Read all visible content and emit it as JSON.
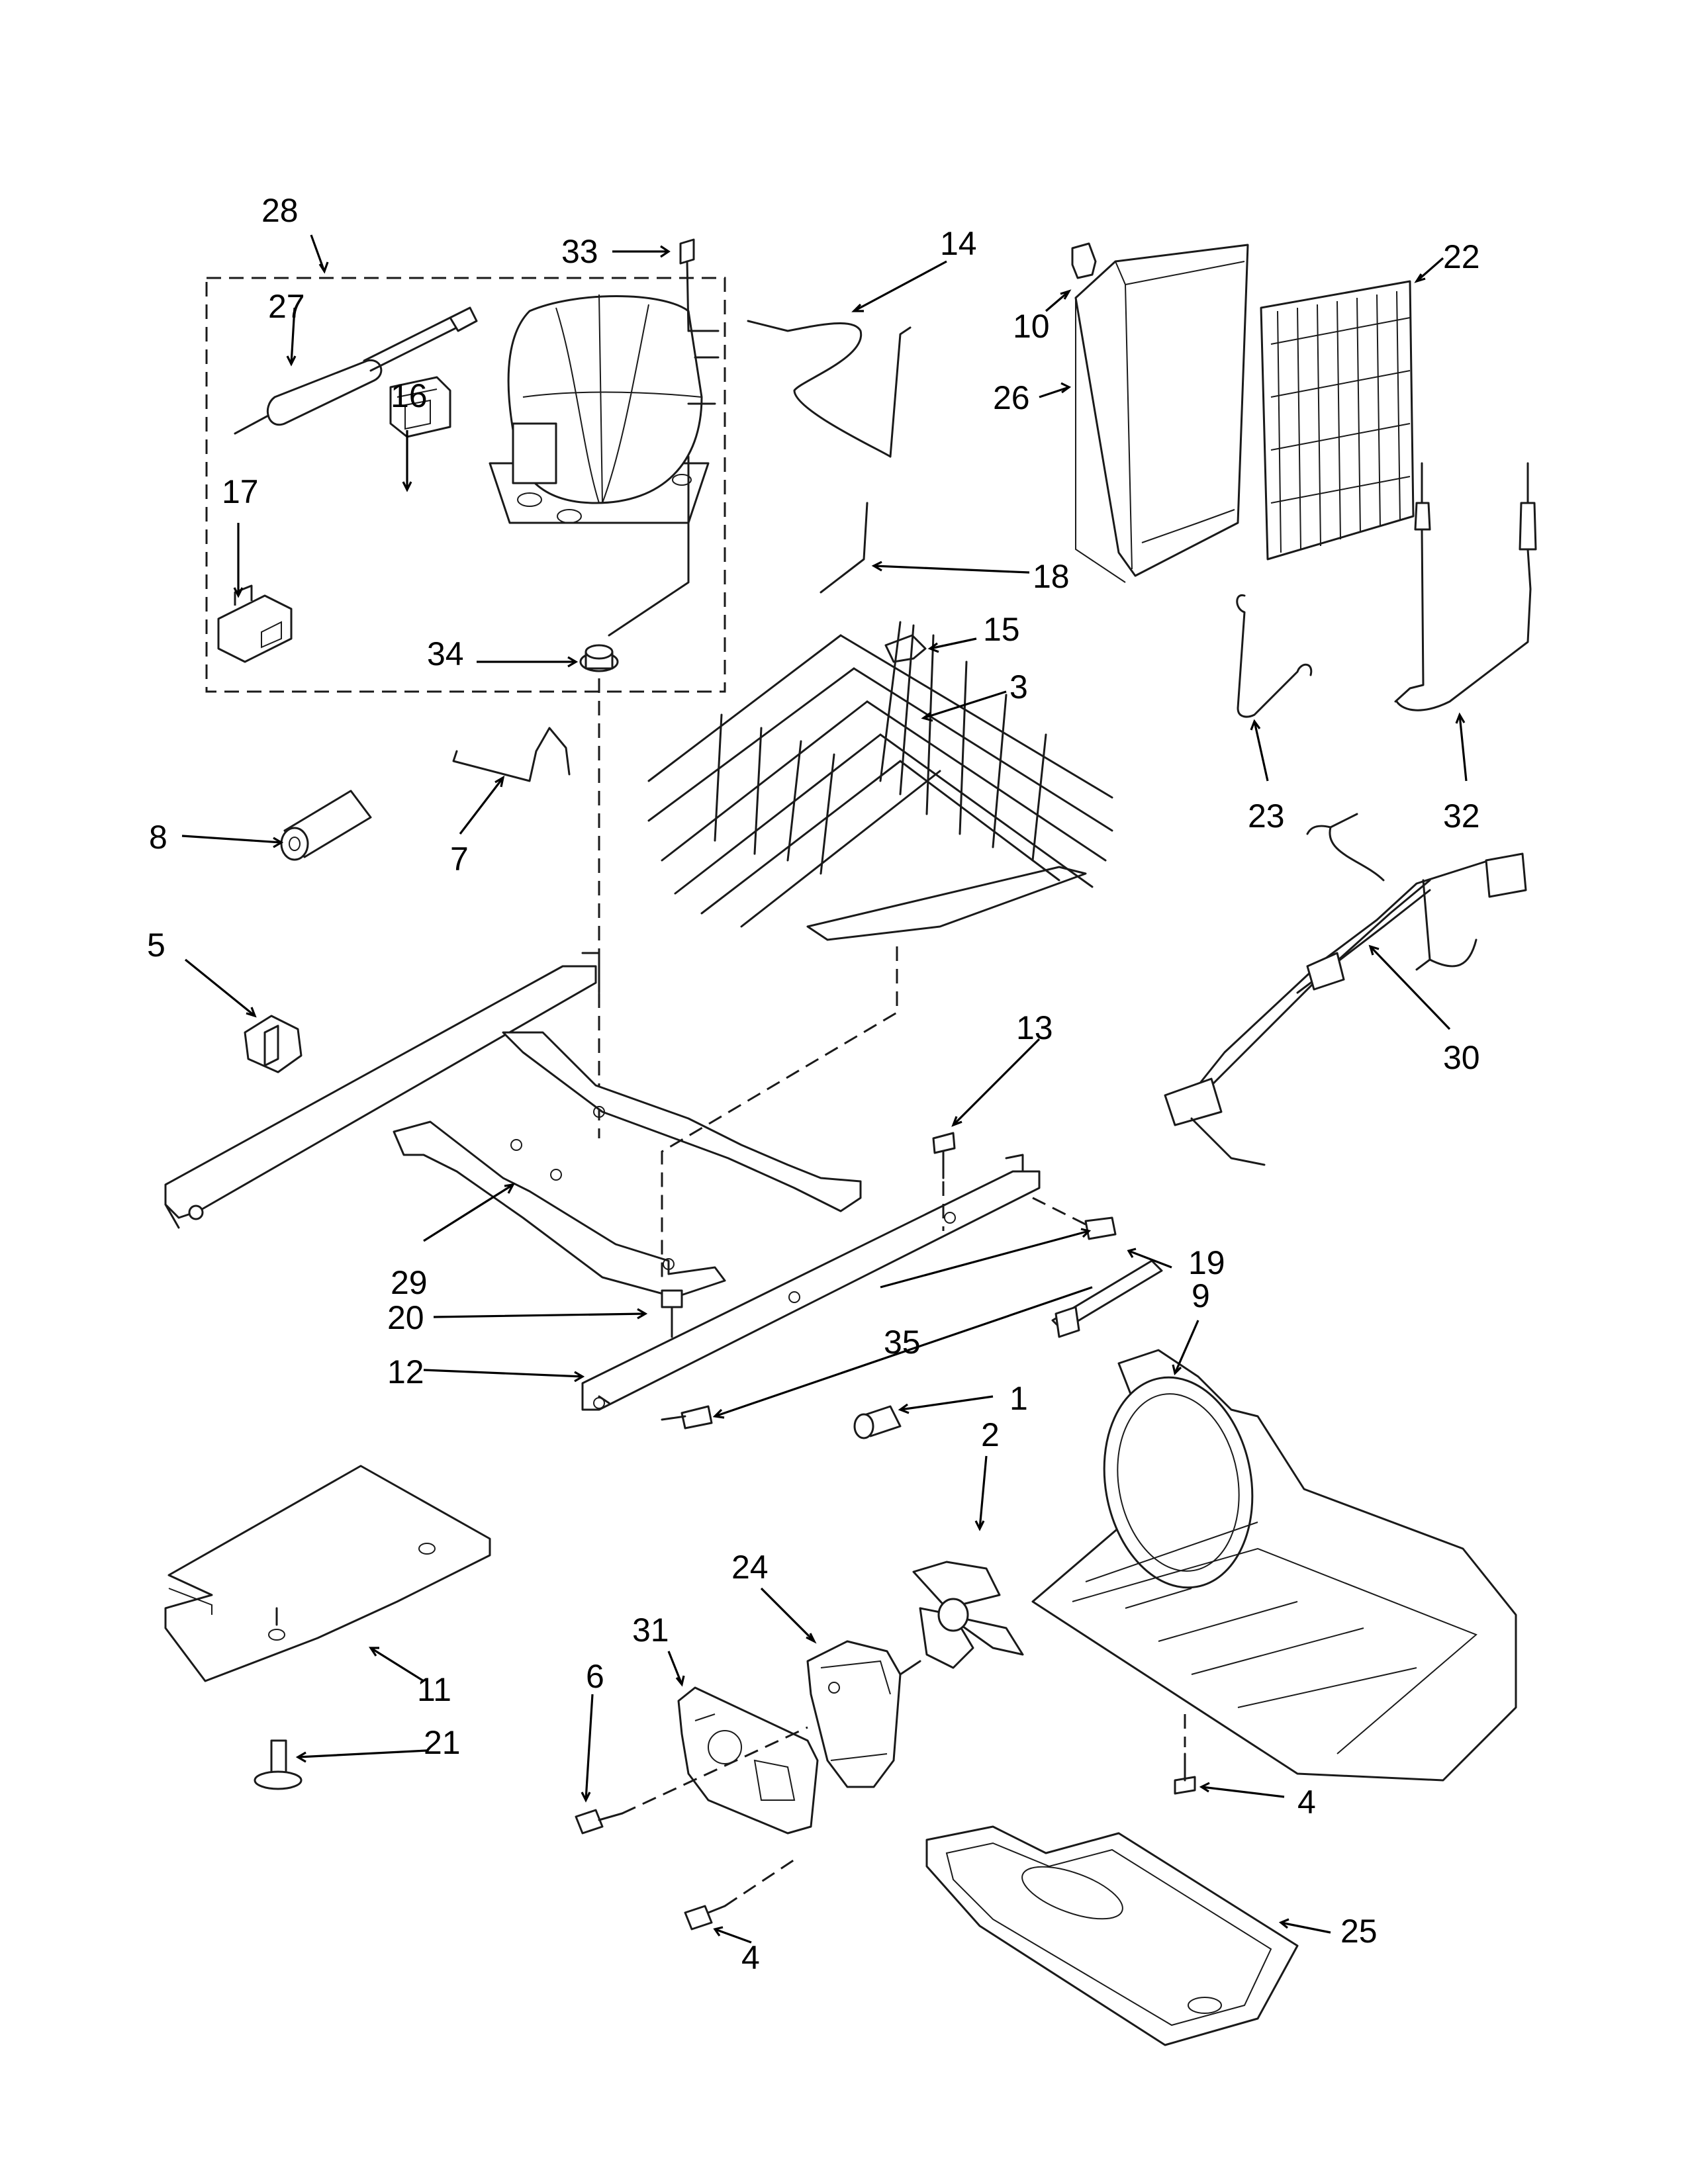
{
  "callouts": [
    {
      "id": "c28",
      "label": "28",
      "part": "compressor-kit"
    },
    {
      "id": "c33",
      "label": "33",
      "part": "compressor-stud-screw"
    },
    {
      "id": "c14",
      "label": "14",
      "part": "tube"
    },
    {
      "id": "c22",
      "label": "22",
      "part": "condenser"
    },
    {
      "id": "c27",
      "label": "27",
      "part": "drier"
    },
    {
      "id": "c10",
      "label": "10",
      "part": "clip"
    },
    {
      "id": "c26",
      "label": "26",
      "part": "condenser-shroud"
    },
    {
      "id": "c16",
      "label": "16",
      "part": "relay"
    },
    {
      "id": "c17",
      "label": "17",
      "part": "overload"
    },
    {
      "id": "c18",
      "label": "18",
      "part": "tube"
    },
    {
      "id": "c15",
      "label": "15",
      "part": "clip"
    },
    {
      "id": "c34",
      "label": "34",
      "part": "grommet"
    },
    {
      "id": "c3",
      "label": "3",
      "part": "condenser-coil"
    },
    {
      "id": "c23",
      "label": "23",
      "part": "wire-hanger"
    },
    {
      "id": "c32",
      "label": "32",
      "part": "drier-tube"
    },
    {
      "id": "c8",
      "label": "8",
      "part": "insulation-tube"
    },
    {
      "id": "c7",
      "label": "7",
      "part": "wire-spring"
    },
    {
      "id": "c30",
      "label": "30",
      "part": "wire-harness"
    },
    {
      "id": "c5",
      "label": "5",
      "part": "clip"
    },
    {
      "id": "c13",
      "label": "13",
      "part": "screw"
    },
    {
      "id": "c19",
      "label": "19",
      "part": "cable-tie"
    },
    {
      "id": "c29",
      "label": "29",
      "part": "frame-rail"
    },
    {
      "id": "c9",
      "label": "9",
      "part": "fan-base"
    },
    {
      "id": "c20",
      "label": "20",
      "part": "screw"
    },
    {
      "id": "c35",
      "label": "35",
      "part": "screw"
    },
    {
      "id": "c12",
      "label": "12",
      "part": "bracket"
    },
    {
      "id": "c1",
      "label": "1",
      "part": "grommet"
    },
    {
      "id": "c2",
      "label": "2",
      "part": "fan-blade"
    },
    {
      "id": "c24",
      "label": "24",
      "part": "fan-motor"
    },
    {
      "id": "c31",
      "label": "31",
      "part": "motor-bracket"
    },
    {
      "id": "c6",
      "label": "6",
      "part": "screw"
    },
    {
      "id": "c11",
      "label": "11",
      "part": "insulation-panel"
    },
    {
      "id": "c21",
      "label": "21",
      "part": "leveler"
    },
    {
      "id": "c4a",
      "label": "4",
      "part": "screw"
    },
    {
      "id": "c4b",
      "label": "4",
      "part": "screw"
    },
    {
      "id": "c25",
      "label": "25",
      "part": "drain-pan"
    }
  ]
}
